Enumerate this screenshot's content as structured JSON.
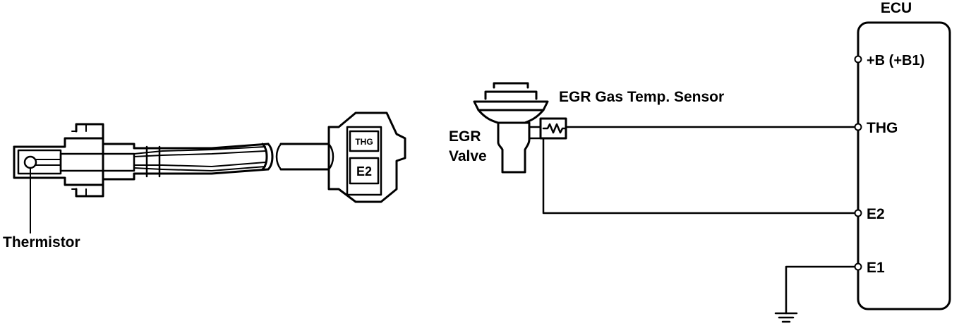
{
  "sensor_part": {
    "thermistor_label": "Thermistor",
    "connector_pins": [
      "THG",
      "E2"
    ]
  },
  "egr": {
    "valve_label_line1": "EGR",
    "valve_label_line2": "Valve",
    "sensor_label": "EGR Gas Temp. Sensor"
  },
  "ecu": {
    "title": "ECU",
    "terminals": [
      "+B (+B1)",
      "THG",
      "E2",
      "E1"
    ]
  },
  "icons": [
    "ground-icon",
    "resistor-icon",
    "terminal-dot-icon"
  ]
}
